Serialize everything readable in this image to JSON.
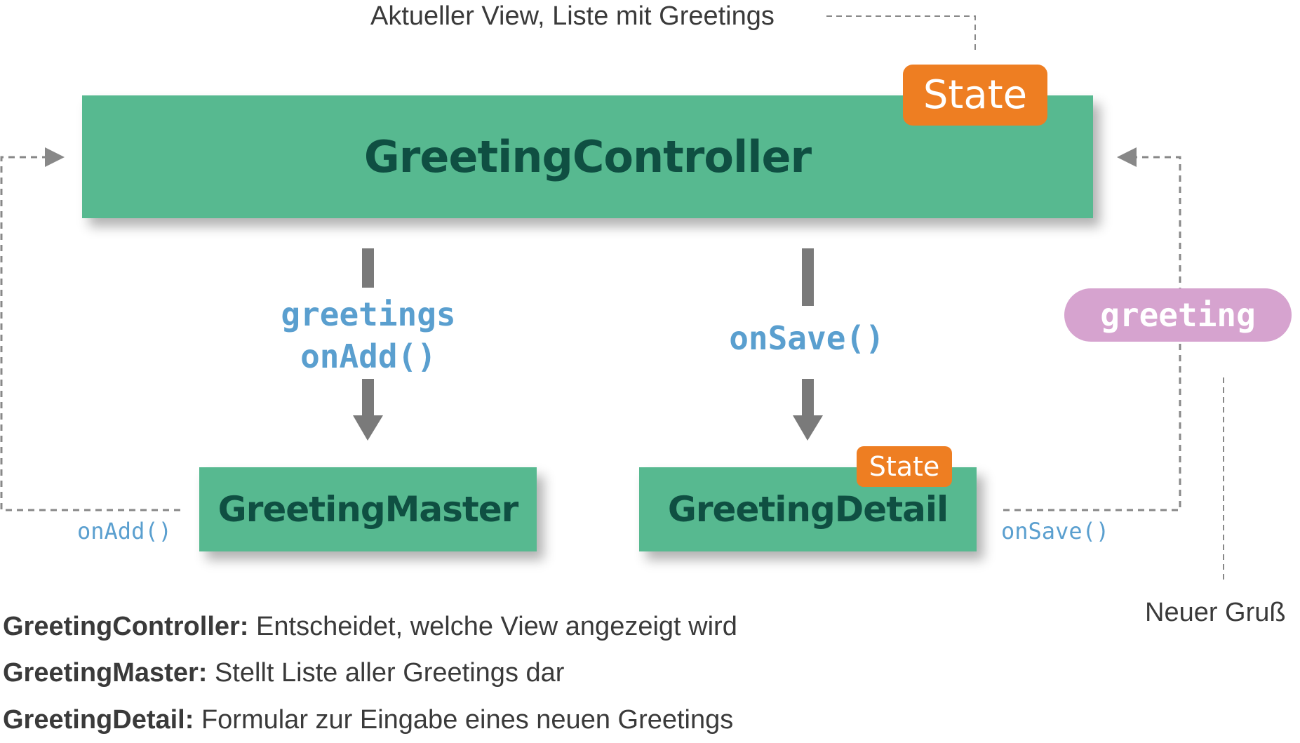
{
  "top_note": "Aktueller View, Liste mit Greetings",
  "controller": {
    "name": "GreetingController",
    "state": "State"
  },
  "master": {
    "name": "GreetingMaster"
  },
  "detail": {
    "name": "GreetingDetail",
    "state": "State"
  },
  "down_left": {
    "line1": "greetings",
    "line2": "onAdd()"
  },
  "down_right": {
    "label": "onSave()"
  },
  "callbacks": {
    "master": "onAdd()",
    "detail": "onSave()"
  },
  "pill": "greeting",
  "pill_note": "Neuer Gruß",
  "legend": [
    {
      "term": "GreetingController:",
      "text": " Entscheidet, welche View angezeigt wird"
    },
    {
      "term": "GreetingMaster:",
      "text": " Stellt Liste aller Greetings dar"
    },
    {
      "term": "GreetingDetail:",
      "text": " Formular zur Eingabe eines neuen Greetings"
    }
  ],
  "colors": {
    "component": "#57b990",
    "component_text": "#0f4f42",
    "state": "#ee7e22",
    "code": "#5a9fcf",
    "pill": "#d6a3cf",
    "arrow": "#7a7a7a",
    "dashed": "#888888"
  }
}
